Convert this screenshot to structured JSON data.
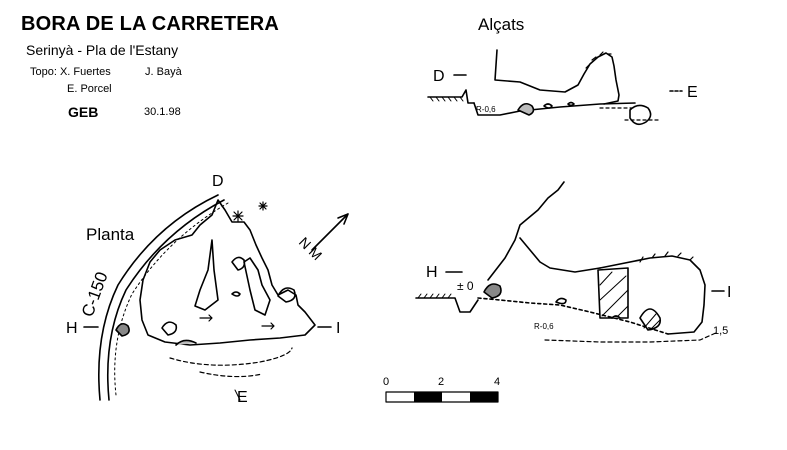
{
  "header": {
    "title": "BORA DE LA CARRETERA",
    "location": "Serinyà - Pla de l'Estany",
    "topo_label": "Topo: X. Fuertes",
    "topo_surveyor_2": "J. Bayà",
    "topo_surveyor_3": "E. Porcel",
    "group": "GEB",
    "date": "30.1.98"
  },
  "views": {
    "alcats": {
      "title": "Alçats",
      "marker_left": "D",
      "marker_right": "E",
      "depth_note": "R-0,6"
    },
    "planta": {
      "title": "Planta",
      "road_label": "C-150",
      "north_label": "N M",
      "marker_top": "D",
      "marker_bottom": "E",
      "marker_left": "H",
      "marker_right": "I"
    },
    "section_hi": {
      "marker_left": "H",
      "datum": "± 0",
      "marker_right": "I",
      "depth_note": "R-0,6",
      "depth_end": "1,5"
    }
  },
  "scale_bar": {
    "labels": [
      "0",
      "2",
      "4"
    ]
  }
}
